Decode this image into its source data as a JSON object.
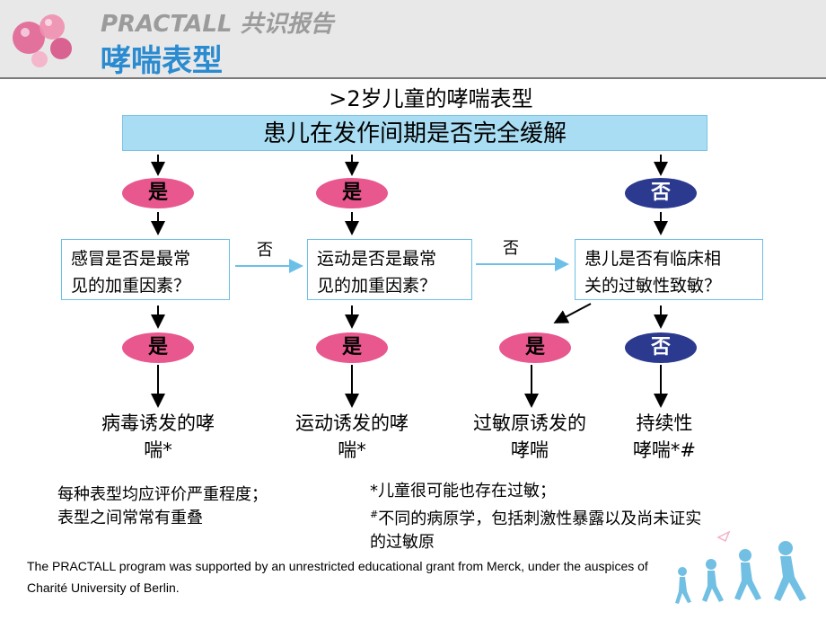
{
  "header": {
    "subtitle": "PRACTALL 共识报告",
    "title": "哮喘表型"
  },
  "diagram": {
    "subtitle": ">2岁儿童的哮喘表型",
    "question_top": "患儿在发作间期是否完全缓解",
    "answers_row1": [
      "是",
      "是",
      "否"
    ],
    "questions": [
      {
        "line1": "感冒是否是最常",
        "line2": "见的加重因素？"
      },
      {
        "line1": "运动是否是最常",
        "line2": "见的加重因素？"
      },
      {
        "line1": "患儿是否有临床相",
        "line2": "关的过敏性致敏？"
      }
    ],
    "edge_labels": [
      "否",
      "否"
    ],
    "answers_row2": [
      "是",
      "是",
      "是",
      "否"
    ],
    "outcomes": [
      {
        "line1": "病毒诱发的哮",
        "line2": "喘*"
      },
      {
        "line1": "运动诱发的哮",
        "line2": "喘*"
      },
      {
        "line1": "过敏原诱发的",
        "line2": "哮喘"
      },
      {
        "line1": "持续性",
        "line2": "哮喘*#"
      }
    ]
  },
  "notes": {
    "left_line1": "每种表型均应评价严重程度；",
    "left_line2": "表型之间常常有重叠",
    "right_line1": "*儿童很可能也存在过敏；",
    "right_line2_sup": "#",
    "right_line2": "不同的病原学，包括刺激性暴露以及尚未证实",
    "right_line3": "的过敏原"
  },
  "footer": {
    "line1": "The PRACTALL program was supported by an unrestricted educational grant from Merck, under the auspices of",
    "line2": " Charité University of Berlin."
  },
  "colors": {
    "yes_oval": "#e8578e",
    "no_oval": "#2b3a8f",
    "question_bar": "#a9ddf3",
    "box_border": "#6cc0e8",
    "title_blue": "#2a8bd0"
  }
}
